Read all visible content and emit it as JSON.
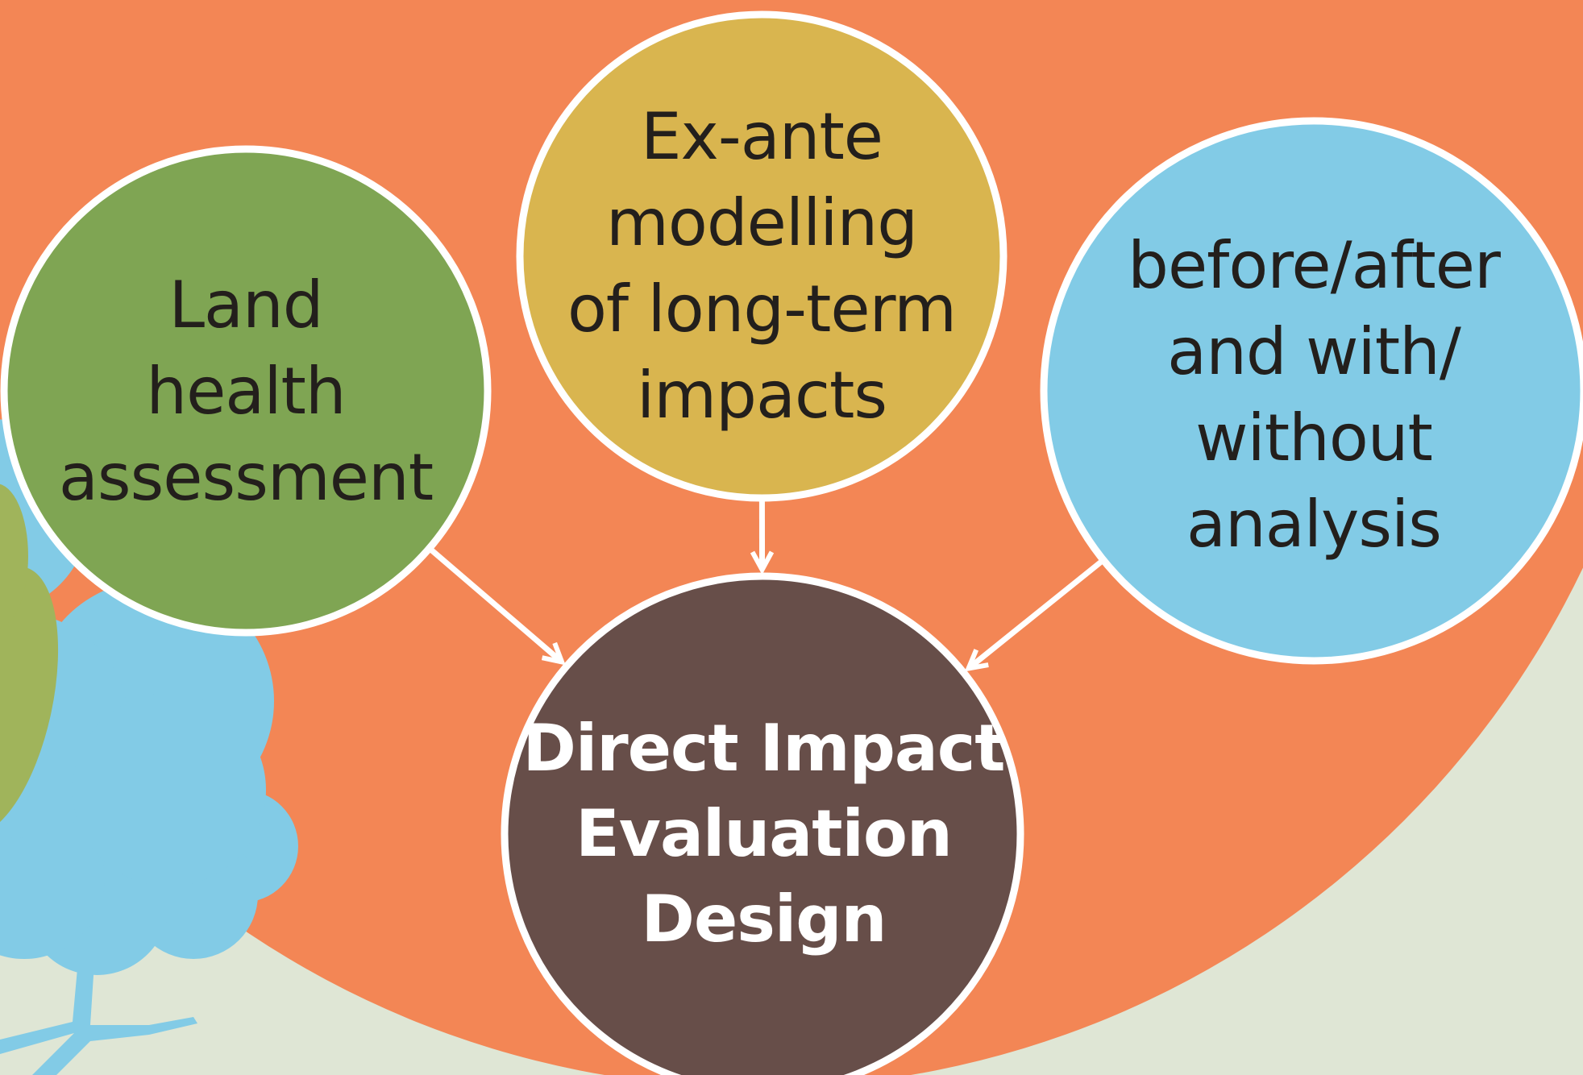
{
  "diagram": {
    "nodes": {
      "land_health": {
        "label": "Land\nhealth\nassessment",
        "color": "#7fa553"
      },
      "ex_ante": {
        "label": "Ex-ante\nmodelling\nof long-term\nimpacts",
        "color": "#d9b54f"
      },
      "before_after": {
        "label": "before/after\nand with/\nwithout\nanalysis",
        "color": "#82cbe6"
      },
      "direct_impact": {
        "label": "Direct Impact\nEvaluation\nDesign",
        "color": "#674e49"
      }
    },
    "edges": [
      {
        "from": "land_health",
        "to": "direct_impact"
      },
      {
        "from": "ex_ante",
        "to": "direct_impact"
      },
      {
        "from": "before_after",
        "to": "direct_impact"
      }
    ],
    "colors": {
      "background_ring": "#f38655",
      "page_background": "#dfe6d5",
      "tree_blue": "#82cbe6",
      "tree_green": "#a0b45b",
      "outline": "#ffffff"
    },
    "icons": [
      "tree-icon"
    ]
  }
}
